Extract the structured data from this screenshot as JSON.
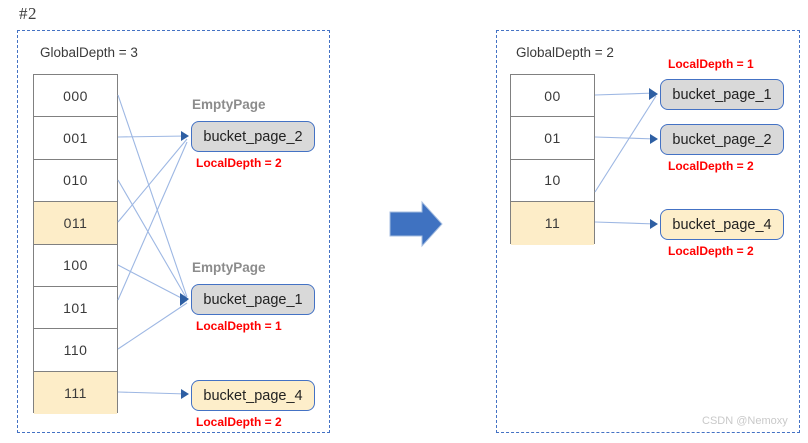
{
  "figure": {
    "title": "#2",
    "watermark": "CSDN @Nemoxy"
  },
  "colors": {
    "panel_border": "#4472c4",
    "link": "#9db7e3",
    "arrowhead": "#2e5fa3",
    "highlight_row": "#fdedc8",
    "bucket_gray": "#d9d9d9",
    "bucket_yellow": "#fdeeca",
    "local_depth_text": "#ff0000",
    "empty_page_text": "#8c8c8c",
    "big_arrow": "#3f72c1"
  },
  "before": {
    "global_depth_label": "GlobalDepth = 3",
    "directory": [
      {
        "label": "000",
        "highlighted": false
      },
      {
        "label": "001",
        "highlighted": false
      },
      {
        "label": "010",
        "highlighted": false
      },
      {
        "label": "011",
        "highlighted": true
      },
      {
        "label": "100",
        "highlighted": false
      },
      {
        "label": "101",
        "highlighted": false
      },
      {
        "label": "110",
        "highlighted": false
      },
      {
        "label": "111",
        "highlighted": true
      }
    ],
    "buckets": [
      {
        "name": "bucket_page_2",
        "caption": "EmptyPage",
        "local_depth_label": "LocalDepth = 2",
        "fill": "gray"
      },
      {
        "name": "bucket_page_1",
        "caption": "EmptyPage",
        "local_depth_label": "LocalDepth = 1",
        "fill": "gray"
      },
      {
        "name": "bucket_page_4",
        "caption": "",
        "local_depth_label": "LocalDepth = 2",
        "fill": "yellow"
      }
    ],
    "links": [
      {
        "from": "000",
        "to": "bucket_page_1"
      },
      {
        "from": "001",
        "to": "bucket_page_2"
      },
      {
        "from": "010",
        "to": "bucket_page_1"
      },
      {
        "from": "011",
        "to": "bucket_page_2"
      },
      {
        "from": "100",
        "to": "bucket_page_1"
      },
      {
        "from": "101",
        "to": "bucket_page_2"
      },
      {
        "from": "110",
        "to": "bucket_page_1"
      },
      {
        "from": "111",
        "to": "bucket_page_4"
      }
    ]
  },
  "transition": {
    "icon": "right-arrow-icon"
  },
  "after": {
    "global_depth_label": "GlobalDepth = 2",
    "directory": [
      {
        "label": "00",
        "highlighted": false
      },
      {
        "label": "01",
        "highlighted": false
      },
      {
        "label": "10",
        "highlighted": false
      },
      {
        "label": "11",
        "highlighted": true
      }
    ],
    "buckets": [
      {
        "name": "bucket_page_1",
        "caption": "",
        "local_depth_label": "LocalDepth = 1",
        "fill": "gray"
      },
      {
        "name": "bucket_page_2",
        "caption": "",
        "local_depth_label": "LocalDepth = 2",
        "fill": "gray"
      },
      {
        "name": "bucket_page_4",
        "caption": "",
        "local_depth_label": "LocalDepth = 2",
        "fill": "yellow"
      }
    ],
    "links": [
      {
        "from": "00",
        "to": "bucket_page_1"
      },
      {
        "from": "01",
        "to": "bucket_page_2"
      },
      {
        "from": "10",
        "to": "bucket_page_1"
      },
      {
        "from": "11",
        "to": "bucket_page_4"
      }
    ]
  }
}
